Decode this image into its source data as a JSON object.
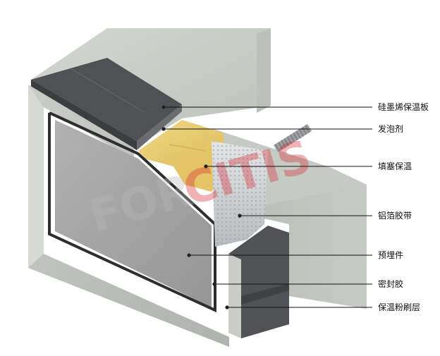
{
  "watermark": {
    "part1": "FOR",
    "part2": "CITIS",
    "color1": "#b9b9b9",
    "color2": "#d8262e"
  },
  "colors": {
    "concrete_light": "#c9cdc7",
    "concrete_mid": "#aab0a9",
    "concrete_dark": "#8f958d",
    "graphite_board": "#5b5d60",
    "graphite_dark": "#404245",
    "insulation": "#e9cd72",
    "foil": "#d6d9dc",
    "embedded_part": "#a3a3a3",
    "leader_line": "#111111",
    "dot": "#222222"
  },
  "labels": [
    {
      "text": "硅墨烯保温板"
    },
    {
      "text": "发泡剂"
    },
    {
      "text": "填塞保温"
    },
    {
      "text": "铝箔胶带"
    },
    {
      "text": "预埋件"
    },
    {
      "text": "密封胶"
    },
    {
      "text": "保温粉刷层"
    }
  ]
}
